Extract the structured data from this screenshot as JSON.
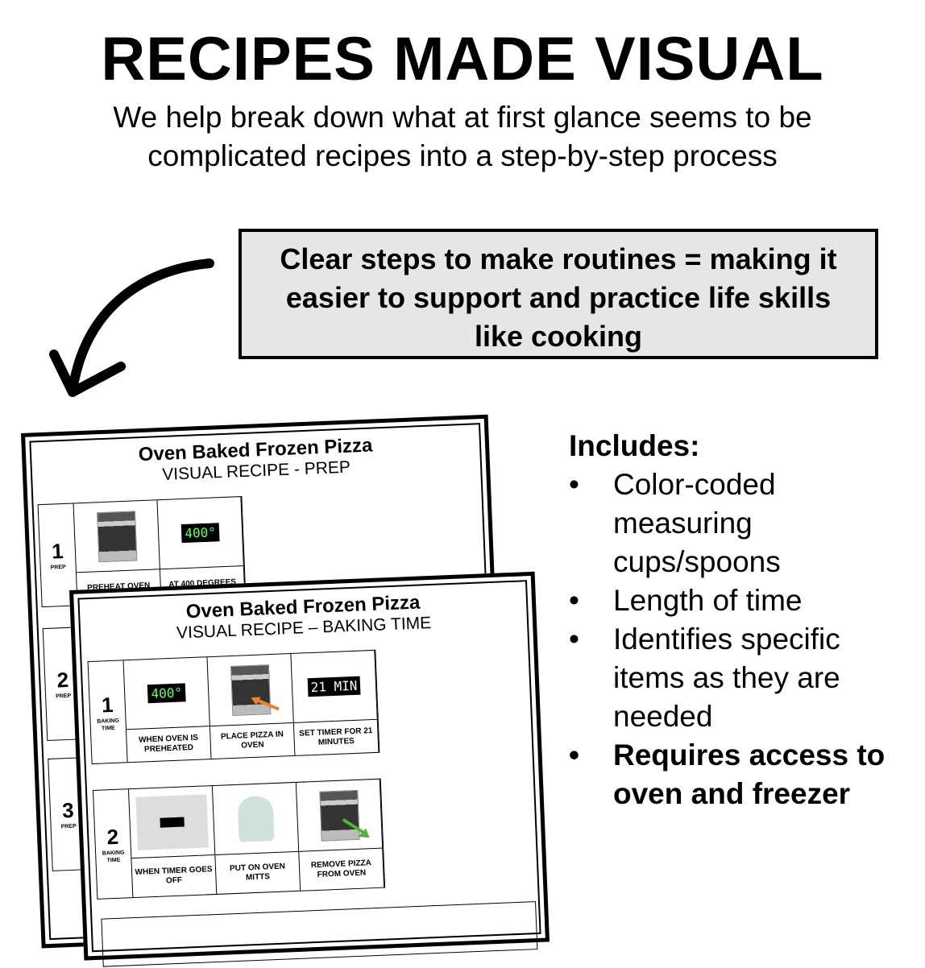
{
  "header": {
    "title": "RECIPES MADE VISUAL",
    "subtitle_line1": "We help break down what at first glance seems to be",
    "subtitle_line2": "complicated recipes into a step-by-step process"
  },
  "callout": {
    "line1": "Clear steps to make routines = making  it",
    "line2": "easier to support and practice life skills",
    "line3": "like cooking"
  },
  "includes": {
    "heading": "Includes:",
    "items": [
      "Color-coded measuring cups/spoons",
      "Length of time",
      "Identifies specific items as they are needed",
      "Requires access to oven and freezer"
    ]
  },
  "back_card": {
    "title": "Oven Baked Frozen Pizza",
    "subtitle": "VISUAL RECIPE - PREP",
    "steps": [
      {
        "num": "1",
        "label": "PREP",
        "cells": [
          {
            "icon": "oven",
            "caption": "PREHEAT OVEN"
          },
          {
            "icon": "display",
            "display": "400°",
            "caption": "AT 400 DEGREES"
          }
        ]
      },
      {
        "num": "2",
        "label": "PREP"
      },
      {
        "num": "3",
        "label": "PREP"
      }
    ]
  },
  "front_card": {
    "title": "Oven Baked Frozen Pizza",
    "subtitle": "VISUAL RECIPE – BAKING TIME",
    "steps": [
      {
        "num": "1",
        "label": "BAKING TIME",
        "cells": [
          {
            "icon": "display",
            "display": "400°",
            "caption": "WHEN OVEN IS PREHEATED"
          },
          {
            "icon": "oven-arrow-in",
            "caption": "PLACE PIZZA IN OVEN"
          },
          {
            "icon": "display",
            "display": "21 MIN",
            "caption": "SET TIMER FOR 21 MINUTES"
          }
        ]
      },
      {
        "num": "2",
        "label": "BAKING TIME",
        "cells": [
          {
            "icon": "timer-panel",
            "caption": "WHEN TIMER GOES OFF"
          },
          {
            "icon": "oven-mitts",
            "caption": "PUT ON OVEN MITTS"
          },
          {
            "icon": "oven-arrow-out",
            "caption": "REMOVE PIZZA FROM OVEN"
          }
        ]
      }
    ]
  },
  "colors": {
    "callout_bg": "#e6e6e6",
    "display_green": "#66ff66",
    "arrow_in": "#f08030",
    "arrow_out": "#50b040"
  }
}
